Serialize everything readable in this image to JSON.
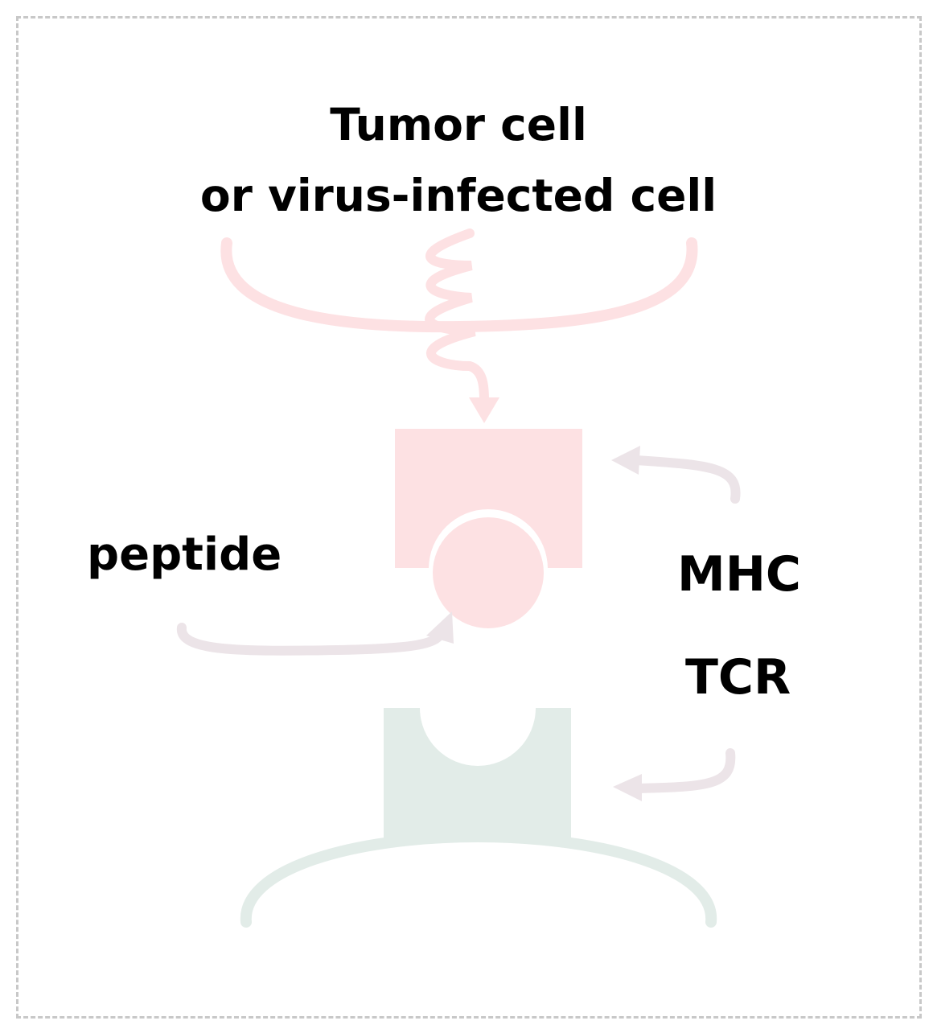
{
  "diagram": {
    "title_line1": "Tumor cell",
    "title_line2": "or virus-infected cell",
    "labels": {
      "peptide": "peptide",
      "mhc": "MHC",
      "tcr": "TCR"
    }
  },
  "colors": {
    "tumor_cell": "#fde1e3",
    "mhc": "#fde1e3",
    "peptide": "#fde1e3",
    "tcr": "#e2ece8",
    "t_cell": "#e2ece8",
    "arrows": "#ece4e8",
    "frame": "#c8c8c8",
    "text": "#000000"
  }
}
